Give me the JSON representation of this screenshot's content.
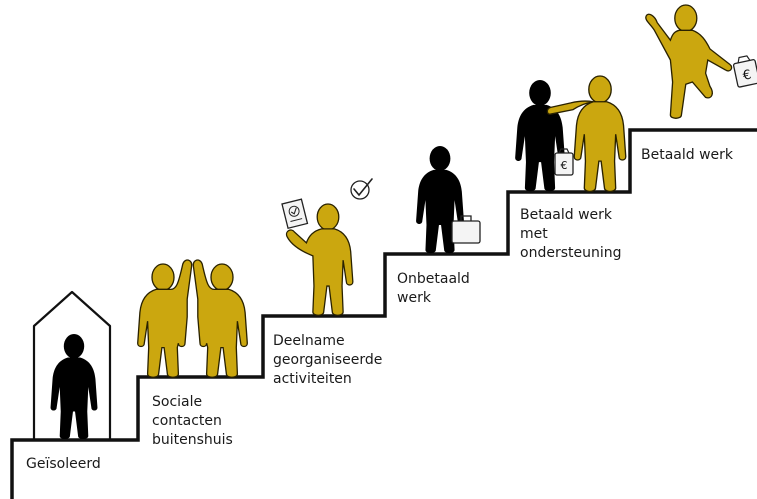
{
  "colors": {
    "figure": "#cba70f",
    "outline": "#1a1a1a",
    "background": "#ffffff"
  },
  "steps": [
    {
      "id": "geisoleerd",
      "label": "Geïsoleerd"
    },
    {
      "id": "sociale-contacten",
      "label": "Sociale\ncontacten\nbuitenshuis"
    },
    {
      "id": "deelname",
      "label": "Deelname\ngeorganiseerde\nactiviteiten"
    },
    {
      "id": "onbetaald",
      "label": "Onbetaald\nwerk"
    },
    {
      "id": "betaald-ondersteuning",
      "label": "Betaald werk\nmet\nondersteuning"
    },
    {
      "id": "betaald",
      "label": "Betaald werk"
    }
  ],
  "icons": {
    "house": "house-outline-icon",
    "checklist": "checklist-paper-icon",
    "check": "checkmark-circle-icon",
    "briefcase": "briefcase-icon",
    "money_bag": "euro-bag-icon"
  },
  "currency_symbol": "€"
}
